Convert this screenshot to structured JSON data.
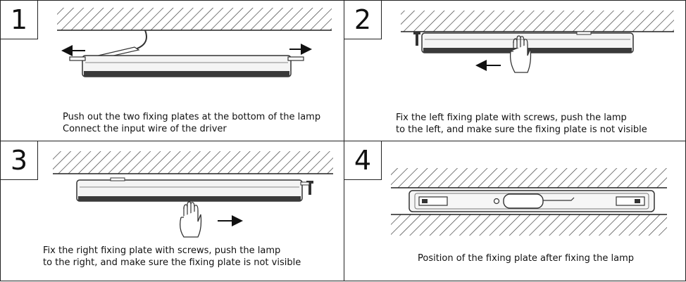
{
  "steps": [
    {
      "number": "1",
      "lines": [
        "Push out the two fixing plates at the bottom of the lamp",
        "Connect the input wire of the driver"
      ]
    },
    {
      "number": "2",
      "lines": [
        "Fix the left fixing plate with screws, push the lamp",
        "to the left, and make sure the fixing plate is not visible"
      ]
    },
    {
      "number": "3",
      "lines": [
        "Fix the right fixing plate with screws, push the lamp",
        "to the right, and make sure the fixing plate is not visible"
      ]
    },
    {
      "number": "4",
      "lines": [
        "Position of the fixing plate after fixing the lamp"
      ]
    }
  ]
}
